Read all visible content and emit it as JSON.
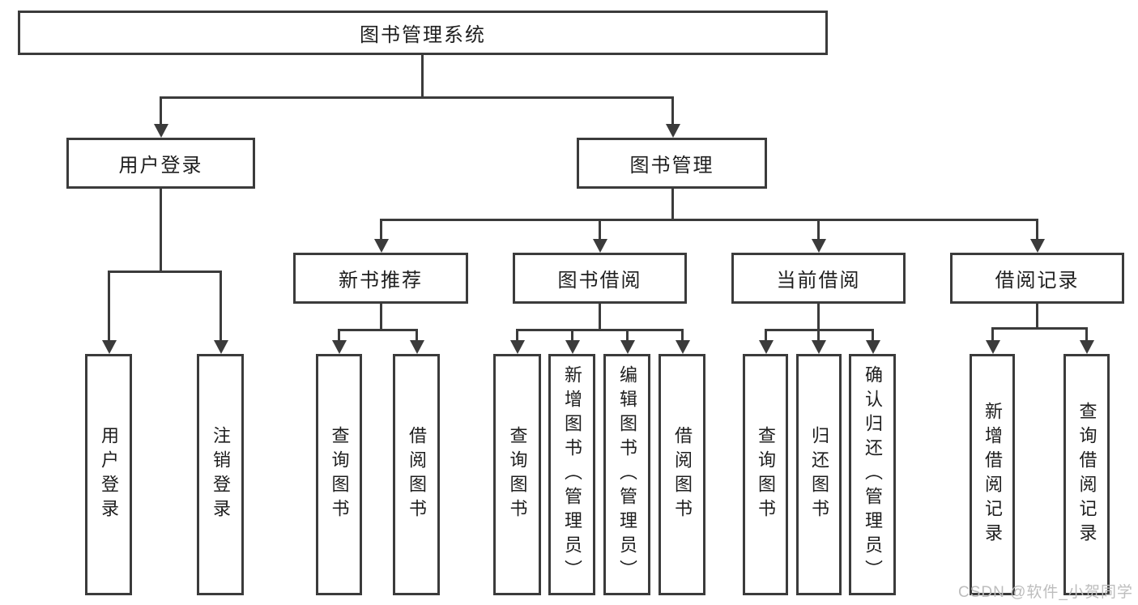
{
  "diagram": {
    "root": {
      "label": "图书管理系统"
    },
    "level2": [
      "用户登录",
      "图书管理"
    ],
    "level3": [
      "新书推荐",
      "图书借阅",
      "当前借阅",
      "借阅记录"
    ],
    "leaves": {
      "user": [
        "用户登录",
        "注销登录"
      ],
      "newbook": [
        "查询图书",
        "借阅图书"
      ],
      "borrow": [
        "查询图书",
        "新增图书（管理员）",
        "编辑图书（管理员）",
        "借阅图书"
      ],
      "current": [
        "查询图书",
        "归还图书",
        "确认归还（管理员）"
      ],
      "records": [
        "新增借阅记录",
        "查询借阅记录"
      ]
    },
    "watermark": "CSDN @软件_小贺同学",
    "colors": {
      "line": "#3b3b3b",
      "text": "#1e1e1e",
      "background": "#ffffff",
      "watermark": "#bdbdbd"
    }
  }
}
